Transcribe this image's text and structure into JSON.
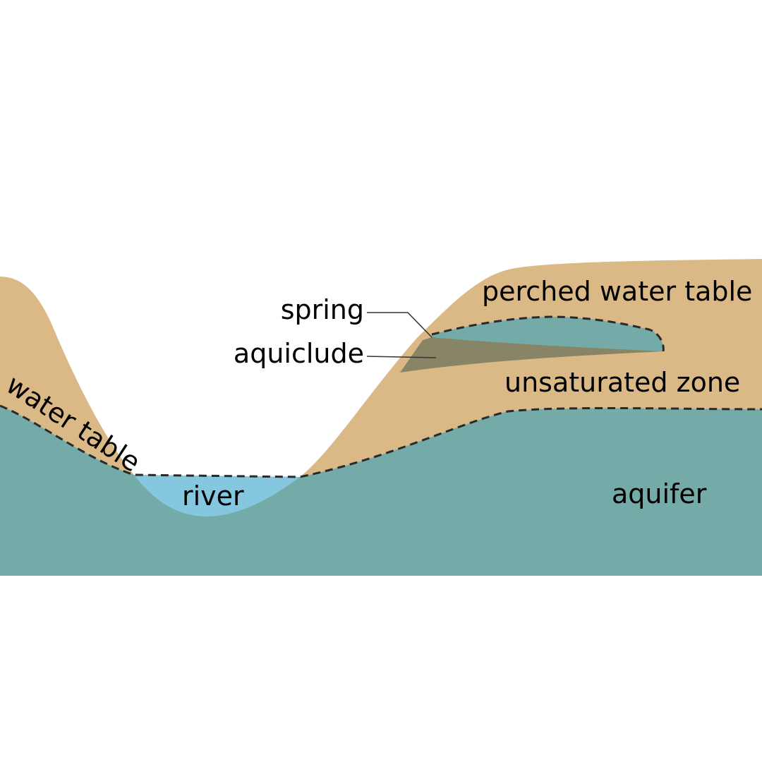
{
  "labels": {
    "perched_water_table": "perched water table",
    "spring": "spring",
    "aquiclude": "aquiclude",
    "unsaturated_zone": "unsaturated zone",
    "water_table": "water table",
    "river": "river",
    "aquifer": "aquifer"
  },
  "colors": {
    "background": "#ffffff",
    "soil": "#dbb987",
    "aquifer": "#74aaa8",
    "perched_water": "#74aaa8",
    "river": "#86c7e0",
    "aquiclude": "#878565",
    "water_table_line": "#2a2a2a",
    "leader_line": "#333333",
    "text": "#000000"
  }
}
